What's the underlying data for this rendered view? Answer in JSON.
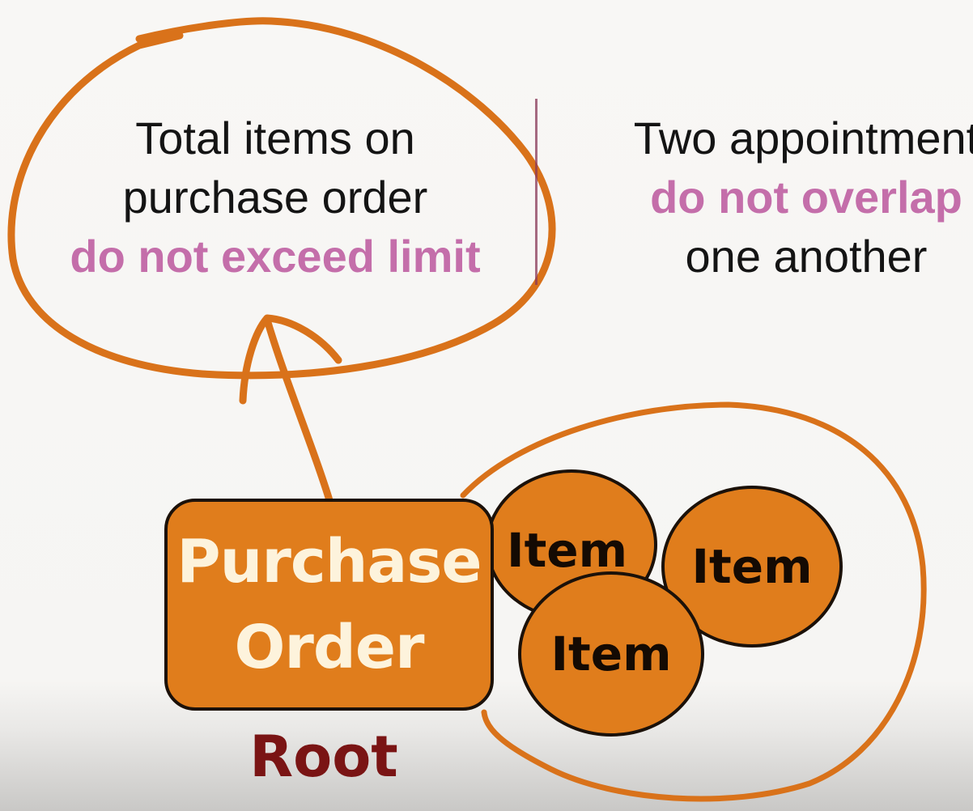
{
  "rules": {
    "left": {
      "line1": "Total items on",
      "line2": "purchase order",
      "line3": "do not exceed limit"
    },
    "right": {
      "line1": "Two appointment",
      "line2": "do not overlap",
      "line3": "one another"
    }
  },
  "aggregate": {
    "root_line1": "Purchase",
    "root_line2": "Order",
    "items": [
      "Item",
      "Item",
      "Item"
    ],
    "root_caption": "Root"
  },
  "colors": {
    "orange": "#e07d1c",
    "emphasis": "#c46eaa",
    "root_caption": "#7a1414",
    "outline": "#1b1109"
  }
}
